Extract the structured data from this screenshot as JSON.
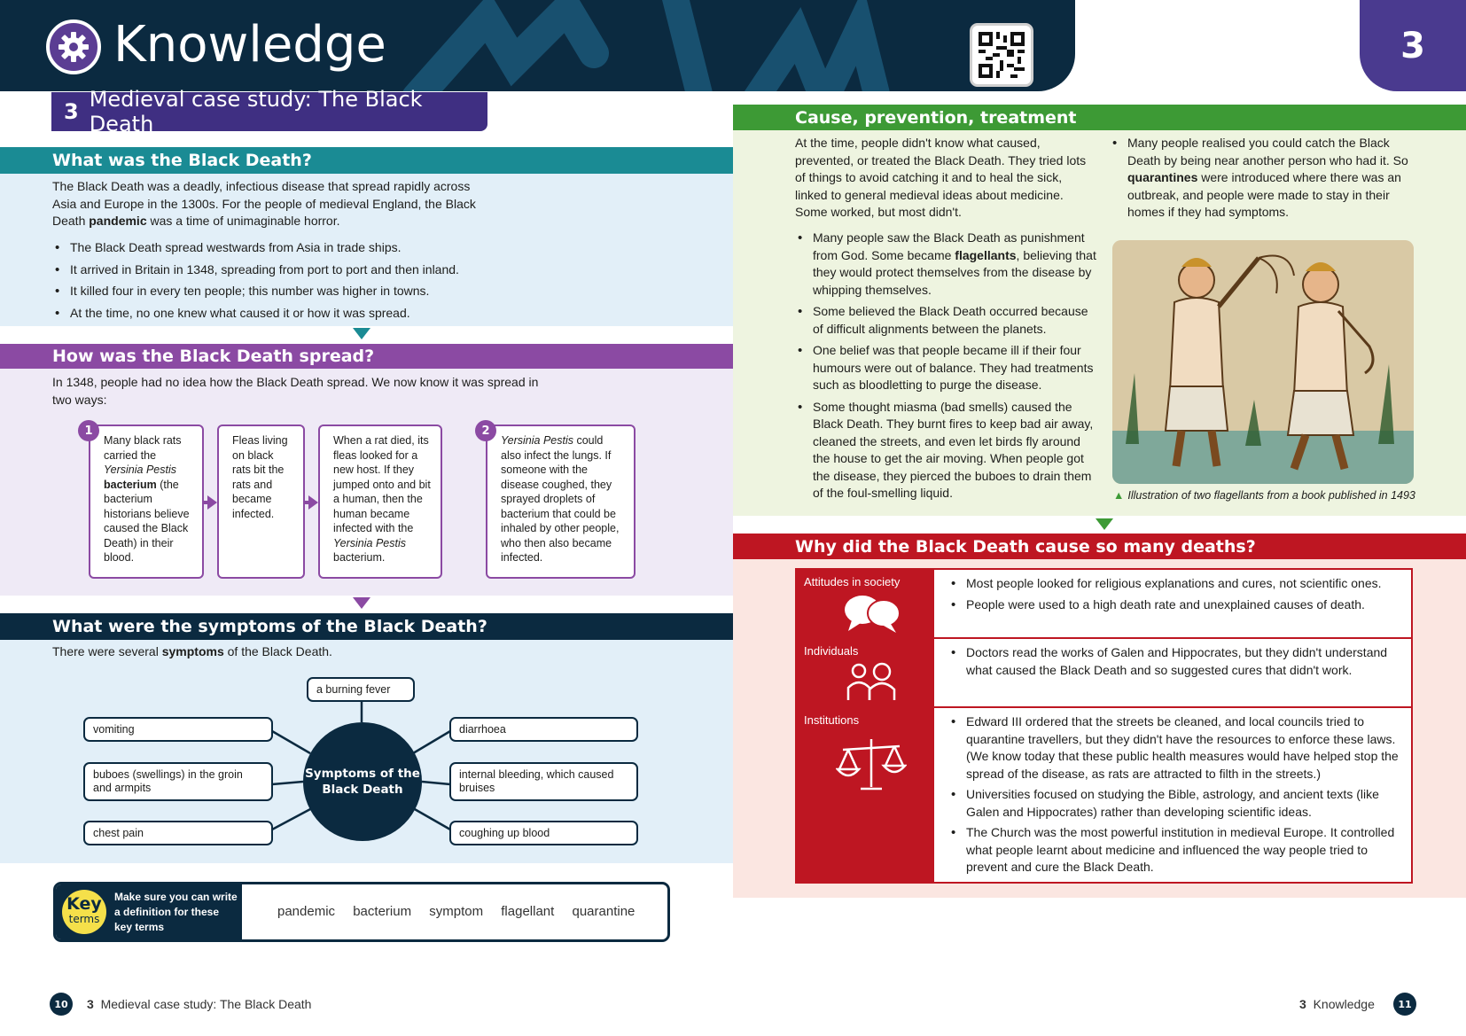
{
  "header": {
    "title": "Knowledge",
    "chapter_tab": "3",
    "icon": "gear-icon",
    "qr": "qr-code-icon"
  },
  "chapter": {
    "number": "3",
    "title": "Medieval case study: The Black Death"
  },
  "section1": {
    "heading": "What was the Black Death?",
    "intro_before": "The Black Death was a deadly, infectious disease that spread rapidly across Asia and Europe in the 1300s. For the people of medieval England, the Black Death ",
    "intro_bold": "pandemic",
    "intro_after": " was a time of unimaginable horror.",
    "bullets": [
      "The Black Death spread westwards from Asia in trade ships.",
      "It arrived in Britain in 1348, spreading from port to port and then inland.",
      "It killed four in every ten people; this number was higher in towns.",
      "At the time, no one knew what caused it or how it was spread."
    ]
  },
  "section2": {
    "heading": "How was the Black Death spread?",
    "intro": "In 1348, people had no idea how the Black Death spread. We now know it was spread in two ways:",
    "step1_num": "1",
    "step2_num": "2",
    "box1": {
      "a": "Many black rats carried the ",
      "italic": "Yersinia Pestis",
      "b": " ",
      "bold": "bacterium",
      "c": " (the bacterium historians believe caused the Black Death) in their blood."
    },
    "box2": "Fleas living on black rats bit the rats and became infected.",
    "box3": {
      "a": "When a rat died, its fleas looked for a new host. If they jumped onto and bit a human, then the human became infected with the ",
      "italic": "Yersinia Pestis",
      "b": " bacterium."
    },
    "box4": {
      "italic": "Yersinia Pestis",
      "a": " could also infect the lungs. If someone with the disease coughed, they sprayed droplets of bacterium that could be inhaled by other people, who then also became infected."
    }
  },
  "section3": {
    "heading": "What were the symptoms of the Black Death?",
    "intro_before": "There were several ",
    "intro_bold": "symptoms",
    "intro_after": " of the Black Death.",
    "hub": "Symptoms of the Black Death",
    "symptoms": {
      "top": "a burning fever",
      "left1": "vomiting",
      "left2": "buboes (swellings) in the groin and armpits",
      "left3": "chest pain",
      "right1": "diarrhoea",
      "right2": "internal bleeding, which caused bruises",
      "right3": "coughing up blood"
    }
  },
  "key_terms": {
    "badge_big": "Key",
    "badge_small": "terms",
    "note": "Make sure you can write a definition for these key terms",
    "terms": [
      "pandemic",
      "bacterium",
      "symptom",
      "flagellant",
      "quarantine"
    ]
  },
  "footer": {
    "left_page": "10",
    "left_num": "3",
    "left_text": "Medieval case study: The Black Death",
    "right_num": "3",
    "right_text": "Knowledge",
    "right_page": "11"
  },
  "cause": {
    "heading": "Cause, prevention, treatment",
    "intro": "At the time, people didn't know what caused, prevented, or treated the Black Death. They tried lots of things to avoid catching it and to heal the sick, linked to general medieval ideas about medicine. Some worked, but most didn't.",
    "bullets": [
      {
        "a": "Many people saw the Black Death as punishment from God. Some became ",
        "bold": "flagellants",
        "b": ", believing that they would protect themselves from the disease by whipping themselves."
      },
      {
        "a": "Some believed the Black Death occurred because of difficult alignments between the planets.",
        "bold": "",
        "b": ""
      },
      {
        "a": "One belief was that people became ill if their four humours were out of balance. They had treatments such as bloodletting to purge the disease.",
        "bold": "",
        "b": ""
      },
      {
        "a": "Some thought miasma (bad smells) caused the Black Death. They burnt fires to keep bad air away, cleaned the streets, and even let birds fly around the house to get the air moving. When people got the disease, they pierced the buboes to drain them of the foul-smelling liquid.",
        "bold": "",
        "b": ""
      }
    ],
    "right_bullet": {
      "a": "Many people realised you could catch the Black Death by being near another person who had it. So ",
      "bold": "quarantines",
      "b": " were introduced where there was an outbreak, and people were made to stay in their homes if they had symptoms."
    },
    "caption": "Illustration of two flagellants from a book published in 1493"
  },
  "deaths": {
    "heading": "Why did the Black Death cause so many deaths?",
    "rows": [
      {
        "label": "Attitudes in society",
        "icon": "speech-bubbles-icon",
        "points": [
          "Most people looked for religious explanations and cures, not scientific ones.",
          "People were used to a high death rate and unexplained causes of death."
        ]
      },
      {
        "label": "Individuals",
        "icon": "people-icon",
        "points": [
          "Doctors read the works of Galen and Hippocrates, but they didn't understand what caused the Black Death and so suggested cures that didn't work."
        ]
      },
      {
        "label": "Institutions",
        "icon": "scales-icon",
        "points": [
          "Edward III ordered that the streets be cleaned, and local councils tried to quarantine travellers, but they didn't have the resources to enforce these laws. (We know today that these public health measures would have helped stop the spread of the disease, as rats are attracted to filth in the streets.)",
          "Universities focused on studying the Bible, astrology, and ancient texts (like Galen and Hippocrates) rather than developing scientific ideas.",
          "The Church was the most powerful institution in medieval Europe. It controlled what people learnt about medicine and influenced the way people tried to prevent and cure the Black Death."
        ]
      }
    ]
  },
  "colors": {
    "navy": "#0b2a40",
    "purple": "#3f2f82",
    "teal": "#1a8b94",
    "violet": "#8b4aa3",
    "green": "#3d9a35",
    "red": "#be1622"
  }
}
